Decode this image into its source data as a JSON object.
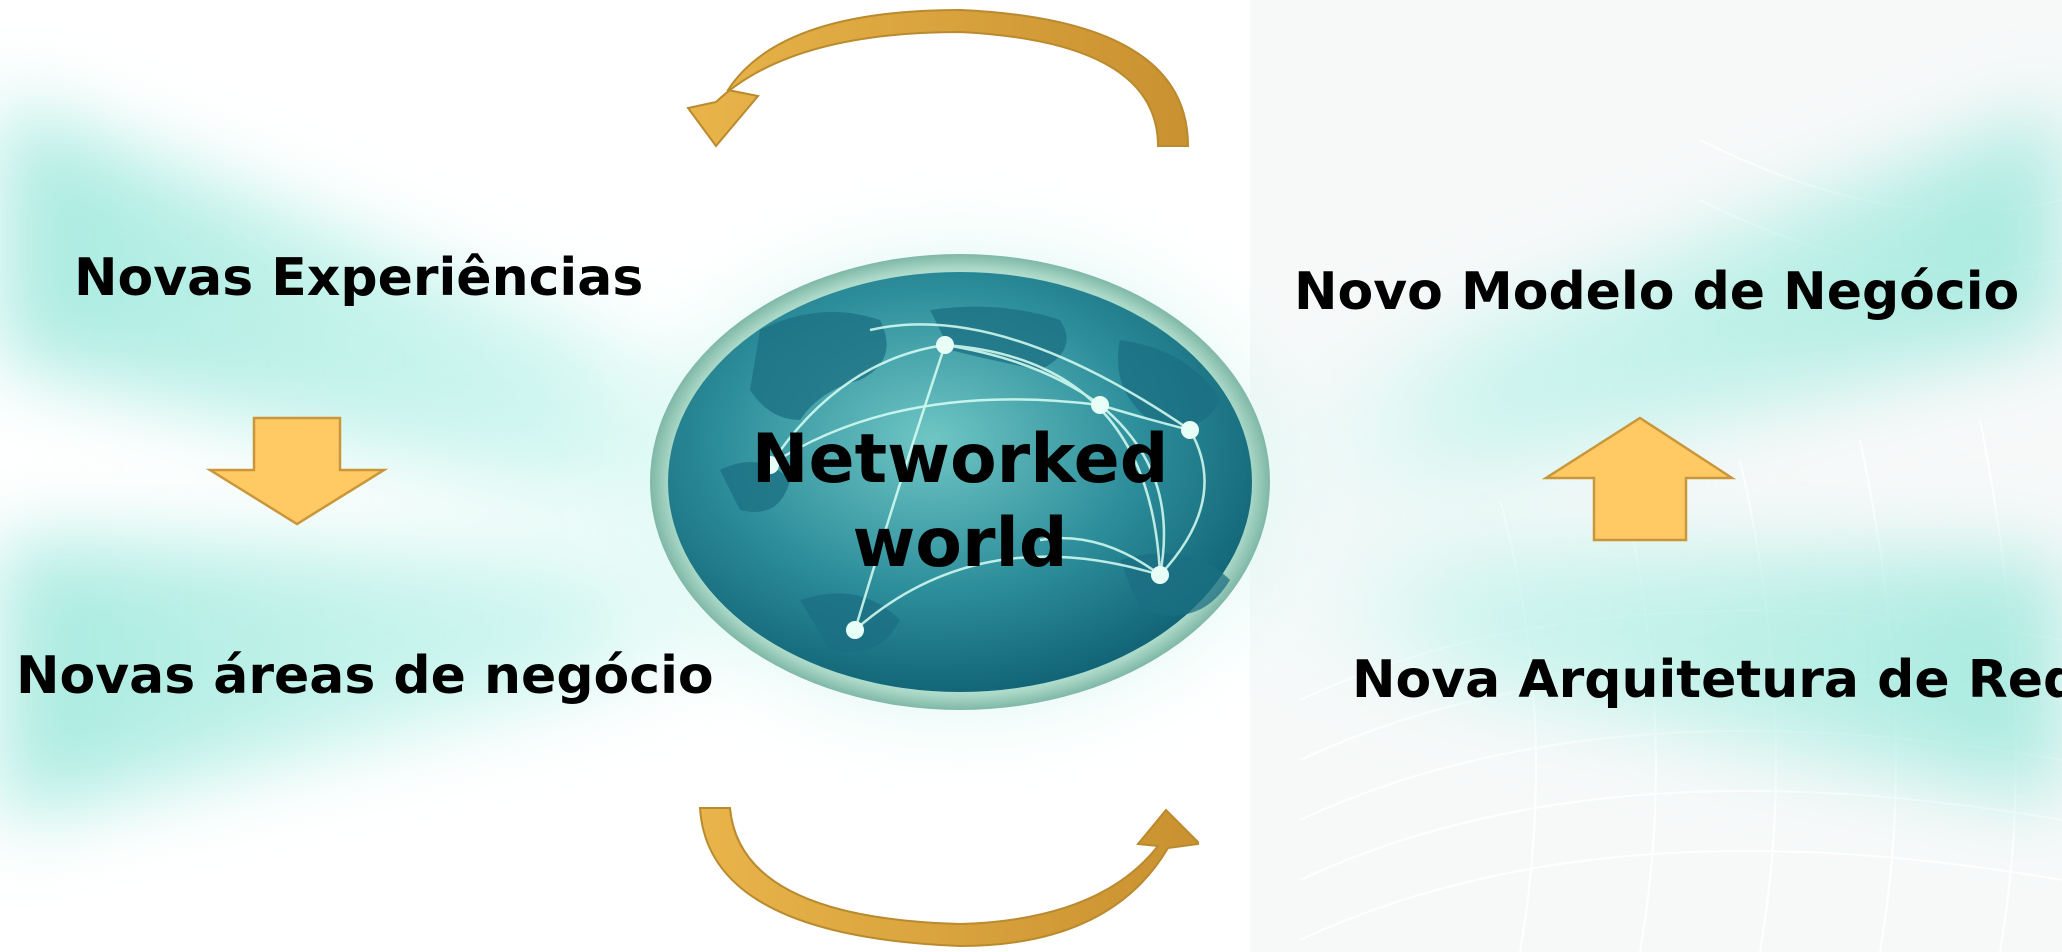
{
  "diagram": {
    "center": {
      "line1": "Networked",
      "line2": "world"
    },
    "left_top": "Novas Experiências",
    "left_bottom": "Novas áreas de negócio",
    "right_top": "Novo Modelo de Negócio",
    "right_bottom": "Nova Arquitetura de Rede"
  },
  "colors": {
    "arrow_fill": "#FFC964",
    "arrow_stroke": "#C9973A",
    "curved_arrow": "#E0A93A",
    "globe_dark": "#0F6E7D",
    "globe_light": "#4CB3B9",
    "glow": "#9EE8DC",
    "text": "#000000"
  },
  "icons": {
    "center": "globe-network-icon",
    "left_arrow": "arrow-down-icon",
    "right_arrow": "arrow-up-icon",
    "top_cycle": "curved-arrow-left-icon",
    "bottom_cycle": "curved-arrow-right-icon"
  }
}
